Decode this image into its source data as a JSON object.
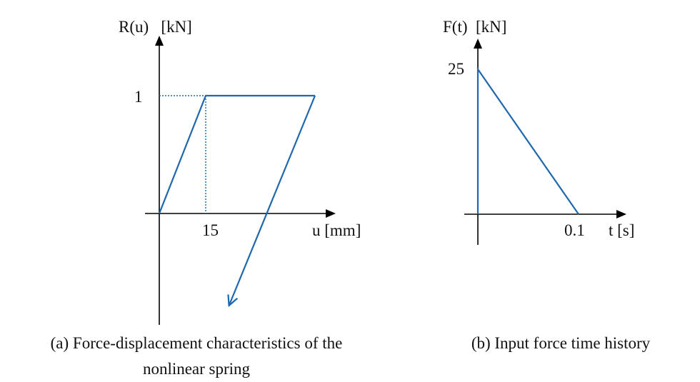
{
  "panel_a": {
    "y_axis_label": "R(u)   [kN]",
    "x_axis_label": "u [mm]",
    "y_tick": "1",
    "x_tick": "15",
    "caption_line1": "(a) Force-displacement characteristics of the",
    "caption_line2": "nonlinear spring"
  },
  "panel_b": {
    "y_axis_label": "F(t)  [kN]",
    "x_axis_label": "t [s]",
    "y_tick": "25",
    "x_tick": "0.1",
    "caption": "(b) Input force time history"
  },
  "colors": {
    "curve": "#1f68ad",
    "axis": "#000000"
  }
}
